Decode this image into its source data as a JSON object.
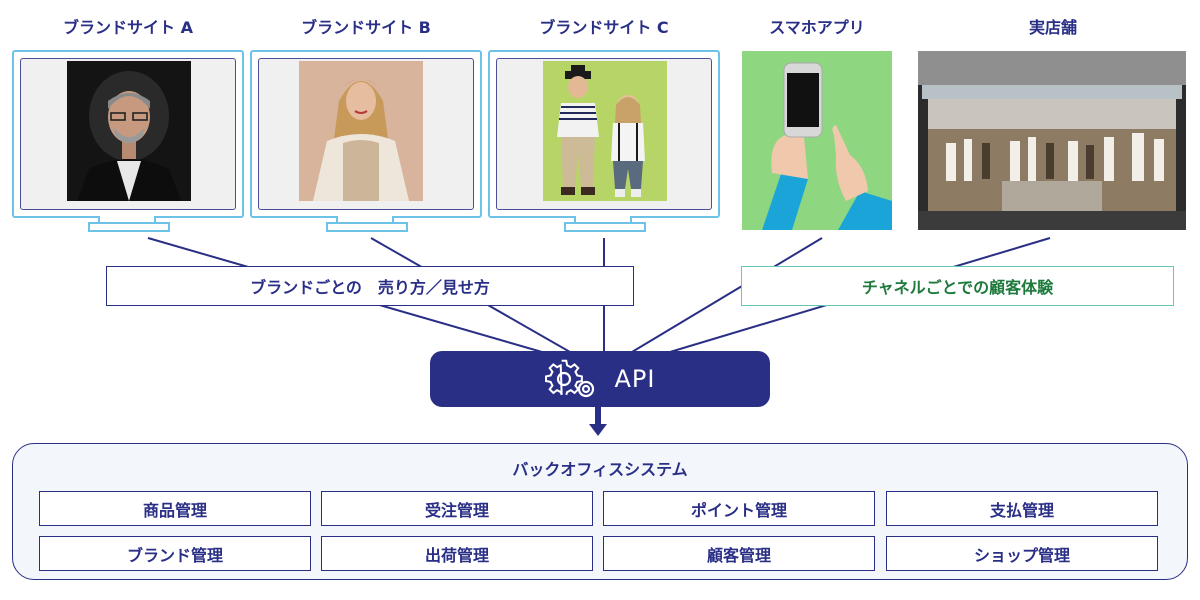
{
  "channels": {
    "brand_a": "ブランドサイト A",
    "brand_b": "ブランドサイト B",
    "brand_c": "ブランドサイト C",
    "smartphone": "スマホアプリ",
    "store": "実店舗"
  },
  "labels": {
    "brand_left": "ブランドごとの　売り方／見せ方",
    "channel_right": "チャネルごとでの顧客体験"
  },
  "api": {
    "label": "API",
    "icon": "gears-icon"
  },
  "backoffice": {
    "title": "バックオフィスシステム",
    "modules": [
      "商品管理",
      "受注管理",
      "ポイント管理",
      "支払管理",
      "ブランド管理",
      "出荷管理",
      "顧客管理",
      "ショップ管理"
    ]
  },
  "colors": {
    "navy": "#2a2f86",
    "monitor_blue": "#6dc3e7",
    "teal_border": "#63c7b9",
    "green_text": "#1e7a3c"
  }
}
